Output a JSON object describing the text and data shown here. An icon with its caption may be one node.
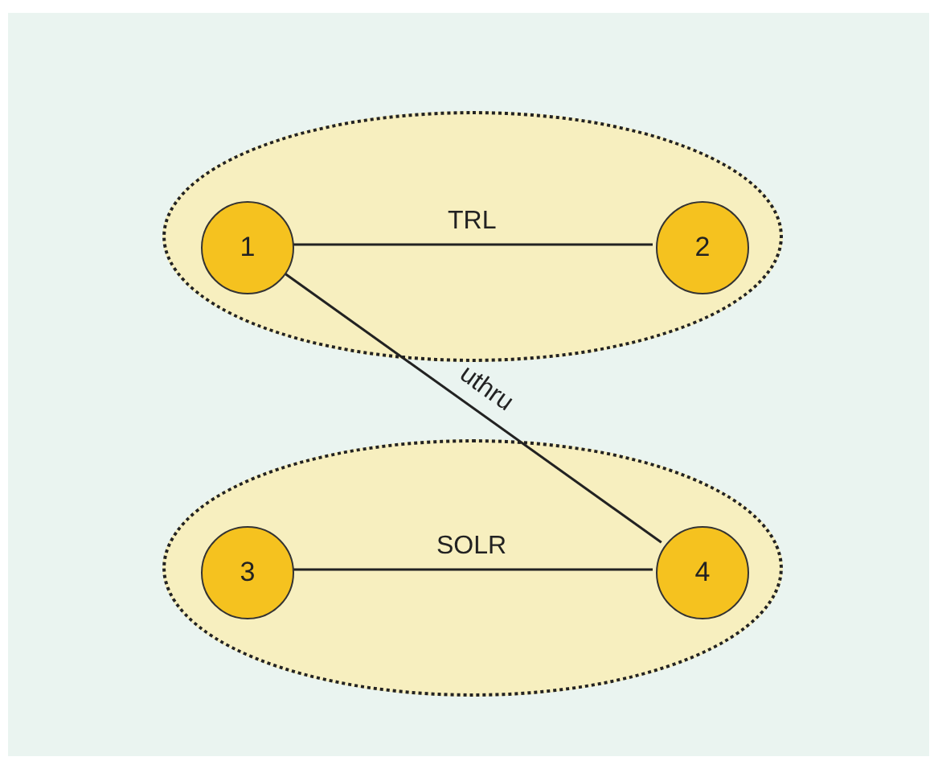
{
  "diagram": {
    "nodes": [
      {
        "text": [],
        "shape": "ellipse"
      },
      {
        "text": [
          "1"
        ],
        "in": 0
      },
      {
        "text": [
          "2"
        ],
        "in": 0
      },
      {
        "text": [],
        "shape": "ellipse"
      },
      {
        "text": [
          "3"
        ],
        "in": 3
      },
      {
        "text": [
          "4"
        ],
        "in": 3
      }
    ],
    "edges": [
      {
        "from": 1,
        "to": 2,
        "arrow": "none",
        "label": "TRL"
      },
      {
        "from": 1,
        "to": 5,
        "arrow": "none",
        "label": "uthru"
      },
      {
        "from": 4,
        "to": 5,
        "arrow": "none",
        "label": "SOLR"
      }
    ]
  }
}
